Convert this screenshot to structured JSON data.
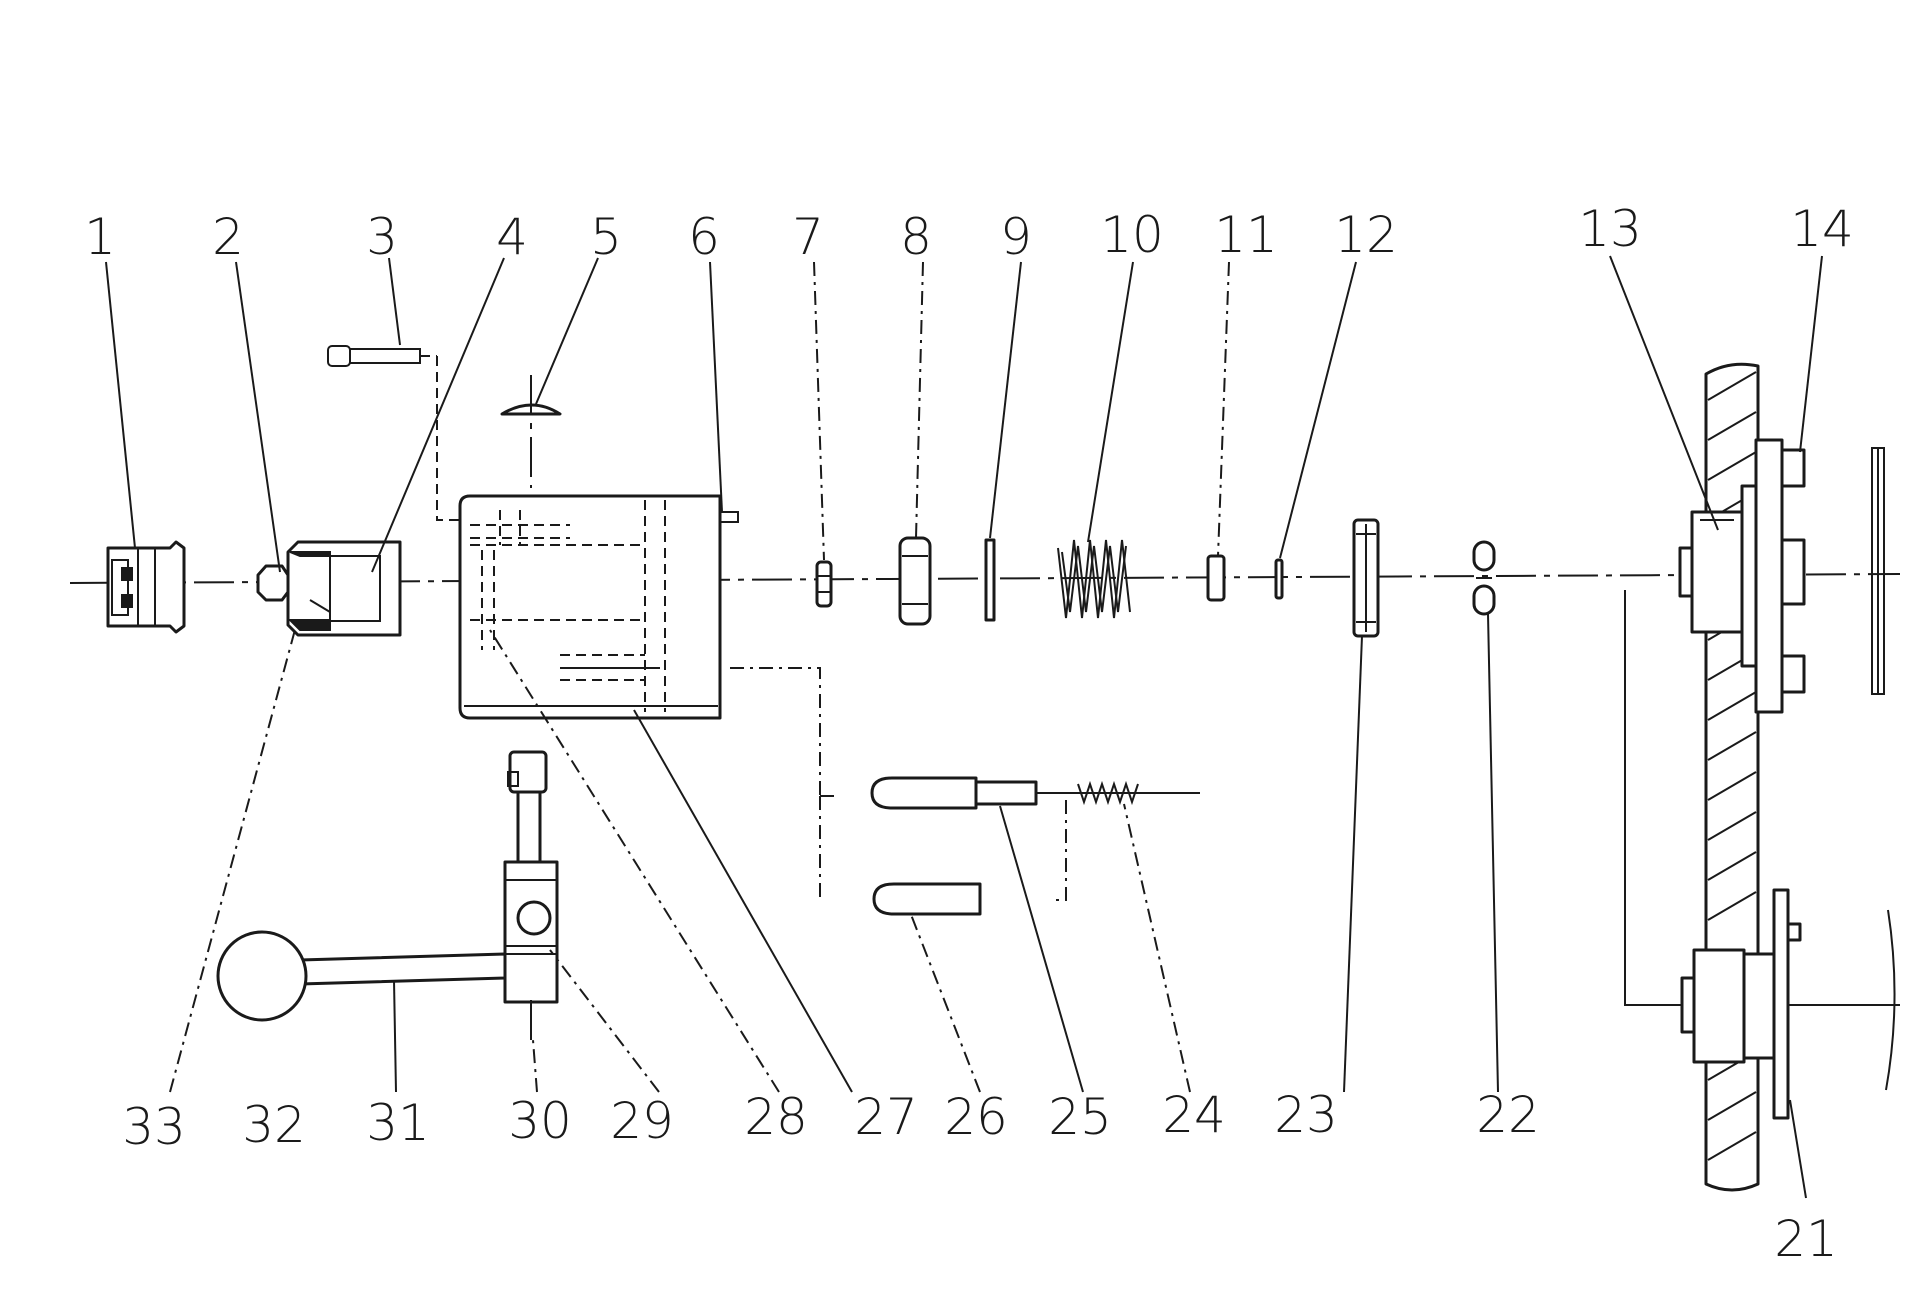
{
  "callouts": [
    {
      "id": "p1",
      "label": "1"
    },
    {
      "id": "p2",
      "label": "2"
    },
    {
      "id": "p3",
      "label": "3"
    },
    {
      "id": "p4",
      "label": "4"
    },
    {
      "id": "p5",
      "label": "5"
    },
    {
      "id": "p6",
      "label": "6"
    },
    {
      "id": "p7",
      "label": "7"
    },
    {
      "id": "p8",
      "label": "8"
    },
    {
      "id": "p9",
      "label": "9"
    },
    {
      "id": "p10",
      "label": "10"
    },
    {
      "id": "p11",
      "label": "11"
    },
    {
      "id": "p12",
      "label": "12"
    },
    {
      "id": "p13",
      "label": "13"
    },
    {
      "id": "p14",
      "label": "14"
    },
    {
      "id": "p21",
      "label": "21"
    },
    {
      "id": "p22",
      "label": "22"
    },
    {
      "id": "p23",
      "label": "23"
    },
    {
      "id": "p24",
      "label": "24"
    },
    {
      "id": "p25",
      "label": "25"
    },
    {
      "id": "p26",
      "label": "26"
    },
    {
      "id": "p27",
      "label": "27"
    },
    {
      "id": "p28",
      "label": "28"
    },
    {
      "id": "p29",
      "label": "29"
    },
    {
      "id": "p30",
      "label": "30"
    },
    {
      "id": "p31",
      "label": "31"
    },
    {
      "id": "p32",
      "label": "32"
    },
    {
      "id": "p33",
      "label": "33"
    }
  ]
}
